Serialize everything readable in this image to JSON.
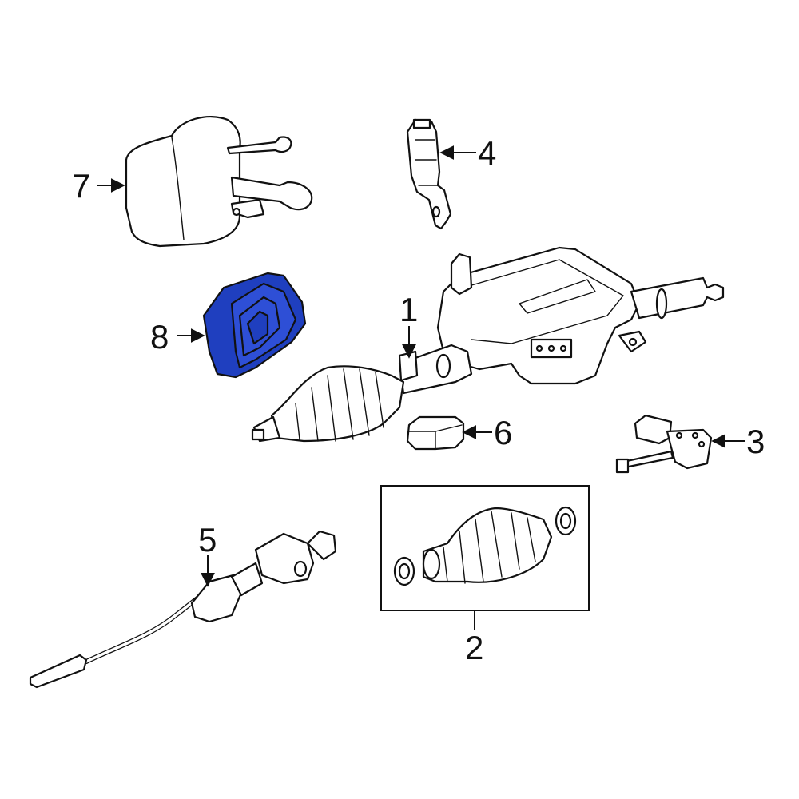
{
  "diagram": {
    "highlight_color": "#1f3fbf",
    "callouts": [
      {
        "id": "1",
        "label": "1"
      },
      {
        "id": "2",
        "label": "2"
      },
      {
        "id": "3",
        "label": "3"
      },
      {
        "id": "4",
        "label": "4"
      },
      {
        "id": "5",
        "label": "5"
      },
      {
        "id": "6",
        "label": "6"
      },
      {
        "id": "7",
        "label": "7"
      },
      {
        "id": "8",
        "label": "8"
      }
    ],
    "highlighted_part": "8"
  }
}
